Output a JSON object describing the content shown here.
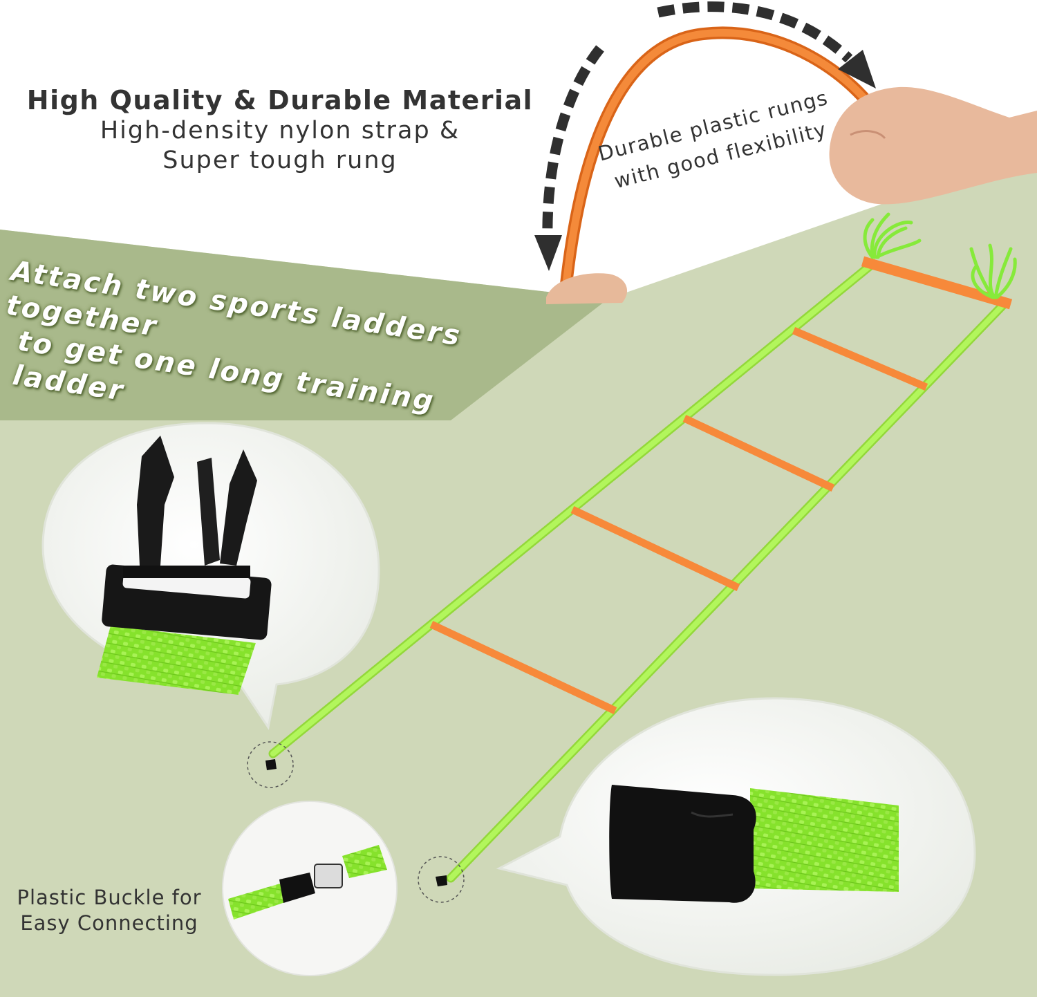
{
  "headline": {
    "title": "High Quality & Durable Material",
    "line1": "High-density nylon strap &",
    "line2": "Super tough rung"
  },
  "connect_callout": {
    "line1": "Attach two sports ladders together",
    "line2": "to get one long training ladder"
  },
  "flex_callout": {
    "line1": "Durable plastic rungs",
    "line2": "with good flexibility"
  },
  "buckle_callout": {
    "line1": "Plastic Buckle for",
    "line2": "Easy Connecting"
  },
  "colors": {
    "green_band": "#a9b98b",
    "background": "#cfd8b8",
    "strap": "#a6f24a",
    "rung": "#f7893a",
    "buckle": "#161616",
    "arrow": "#2f2f2f",
    "text": "#333333"
  },
  "icons": [
    "bend-arrow-left-icon",
    "bend-arrow-right-icon",
    "buckle-female-icon",
    "buckle-male-icon"
  ]
}
